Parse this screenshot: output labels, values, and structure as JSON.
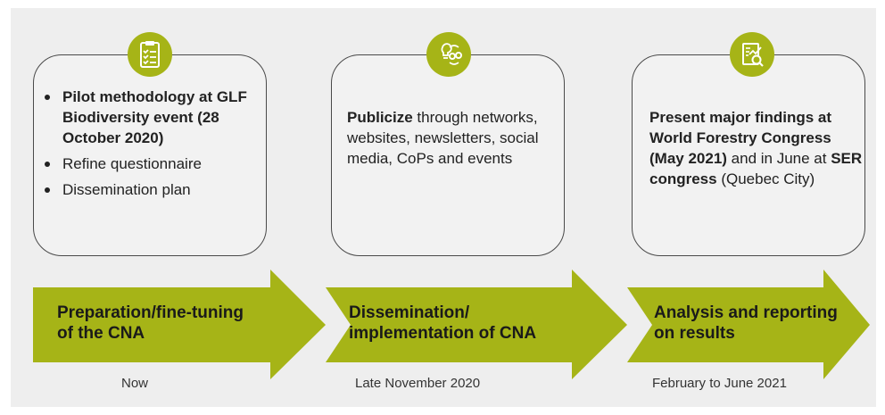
{
  "cards": [
    {
      "icon": "clipboard-checklist-icon",
      "bullets": [
        {
          "text": "Pilot methodology at GLF Biodiversity event (28 October 2020)",
          "bold": true
        },
        {
          "text": "Refine questionnaire",
          "bold": false
        },
        {
          "text": "Dissemination plan",
          "bold": false
        }
      ]
    },
    {
      "icon": "lightbulb-gears-icon",
      "bold_lead": "Publicize",
      "rest": " through networks, websites, newsletters, social media, CoPs and events"
    },
    {
      "icon": "report-chart-magnifier-icon",
      "bold_1": "Present major findings at World Forestry Congress (May 2021)",
      "plain_1": " and in June at ",
      "bold_2": "SER congress",
      "plain_2": " (Quebec City)"
    }
  ],
  "stages": [
    {
      "label": "Preparation/fine-tuning of the CNA",
      "date": "Now"
    },
    {
      "label": "Dissemination/ implementation of CNA",
      "date": "Late November 2020"
    },
    {
      "label": "Analysis and reporting on results",
      "date": "February to June 2021"
    }
  ],
  "colors": {
    "accent": "#a6b417",
    "panel": "#eeeeee",
    "border": "#4a4a4a"
  }
}
